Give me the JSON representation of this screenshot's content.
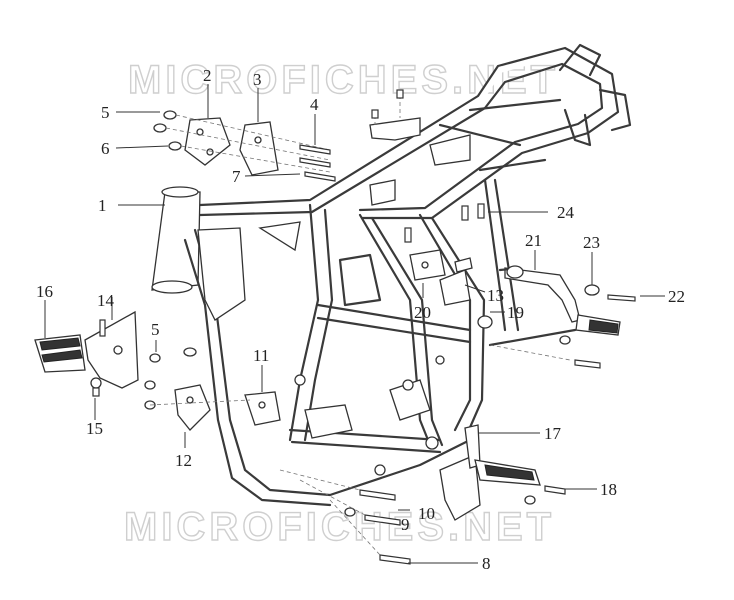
{
  "watermark": {
    "top": "MICROFICHES.NET",
    "bottom": "MICROFICHES.NET"
  },
  "callouts": [
    {
      "id": "c1",
      "label": "1"
    },
    {
      "id": "c2",
      "label": "2"
    },
    {
      "id": "c3",
      "label": "3"
    },
    {
      "id": "c4",
      "label": "4"
    },
    {
      "id": "c5a",
      "label": "5"
    },
    {
      "id": "c5b",
      "label": "5"
    },
    {
      "id": "c6",
      "label": "6"
    },
    {
      "id": "c7",
      "label": "7"
    },
    {
      "id": "c8",
      "label": "8"
    },
    {
      "id": "c9",
      "label": "9"
    },
    {
      "id": "c10",
      "label": "10"
    },
    {
      "id": "c11",
      "label": "11"
    },
    {
      "id": "c12",
      "label": "12"
    },
    {
      "id": "c13",
      "label": "13"
    },
    {
      "id": "c14",
      "label": "14"
    },
    {
      "id": "c15",
      "label": "15"
    },
    {
      "id": "c16",
      "label": "16"
    },
    {
      "id": "c17",
      "label": "17"
    },
    {
      "id": "c18",
      "label": "18"
    },
    {
      "id": "c19",
      "label": "19"
    },
    {
      "id": "c20",
      "label": "20"
    },
    {
      "id": "c21",
      "label": "21"
    },
    {
      "id": "c22",
      "label": "22"
    },
    {
      "id": "c23",
      "label": "23"
    },
    {
      "id": "c24",
      "label": "24"
    }
  ]
}
